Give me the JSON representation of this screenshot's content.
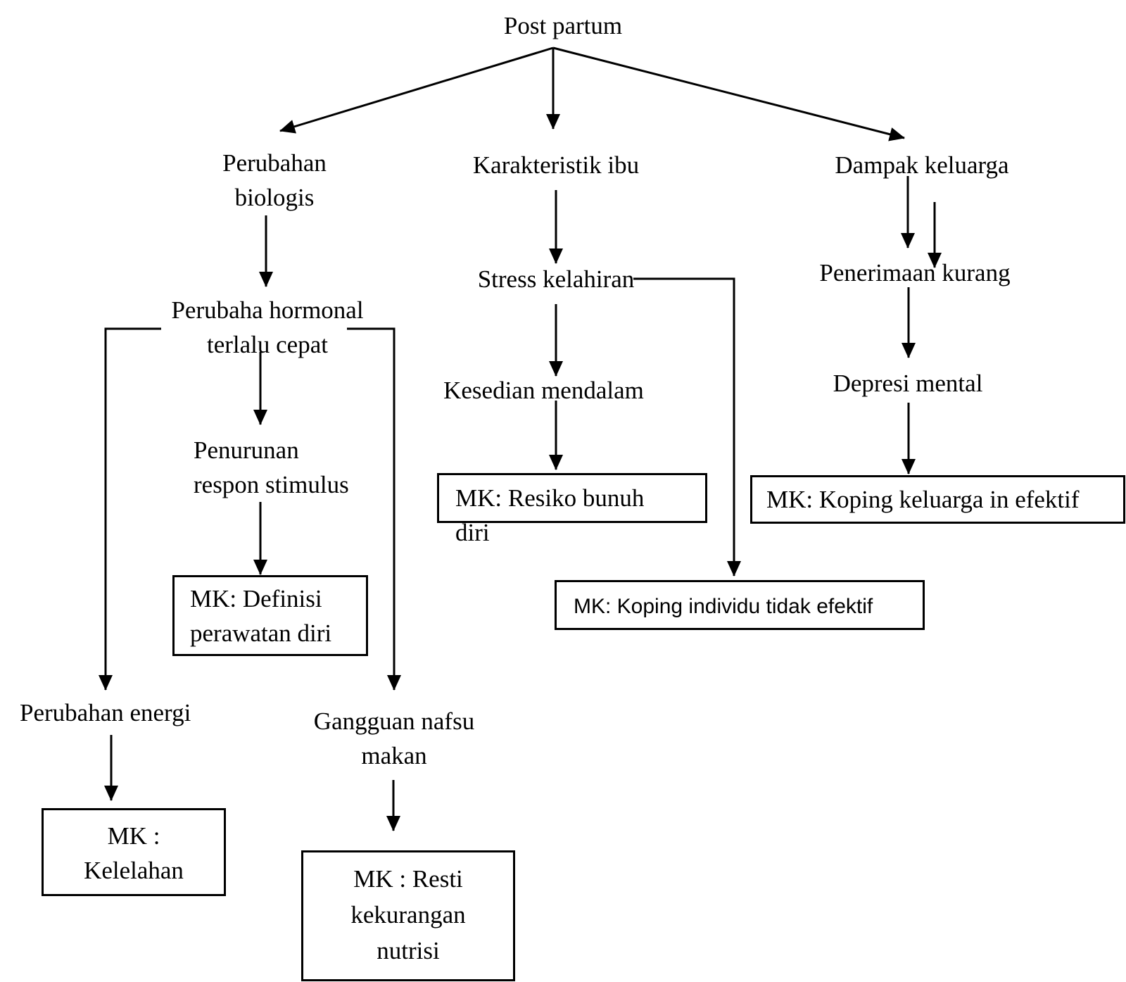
{
  "root": "Post partum",
  "branches": {
    "perubahan_biologis": [
      "Perubahan",
      "biologis"
    ],
    "karakteristik_ibu": "Karakteristik ibu",
    "dampak_keluarga": "Dampak keluarga"
  },
  "nodes": {
    "perubaha_hormonal": [
      "Perubaha hormonal",
      "terlalu cepat"
    ],
    "penurunan_respon": [
      "Penurunan",
      "respon stimulus"
    ],
    "perubahan_energi": "Perubahan energi",
    "gangguan_nafsu": [
      "Gangguan nafsu",
      "makan"
    ],
    "stress_kelahiran": "Stress kelahiran",
    "kesedian_mendalam": "Kesedian mendalam",
    "penerimaan_kurang": "Penerimaan kurang",
    "depresi_mental": "Depresi mental"
  },
  "diagnoses": {
    "definisi": [
      "MK: Definisi",
      "perawatan diri"
    ],
    "kelelahan": [
      "MK :",
      "Kelelahan"
    ],
    "resti": [
      "MK : Resti",
      "kekurangan",
      "nutrisi"
    ],
    "resiko": [
      "MK: Resiko bunuh",
      "diri"
    ],
    "koping_keluarga": "MK: Koping keluarga in efektif",
    "koping_individu": "MK: Koping individu tidak efektif"
  },
  "colors": {
    "line": "#000000",
    "text": "#000000",
    "background": "#ffffff"
  }
}
